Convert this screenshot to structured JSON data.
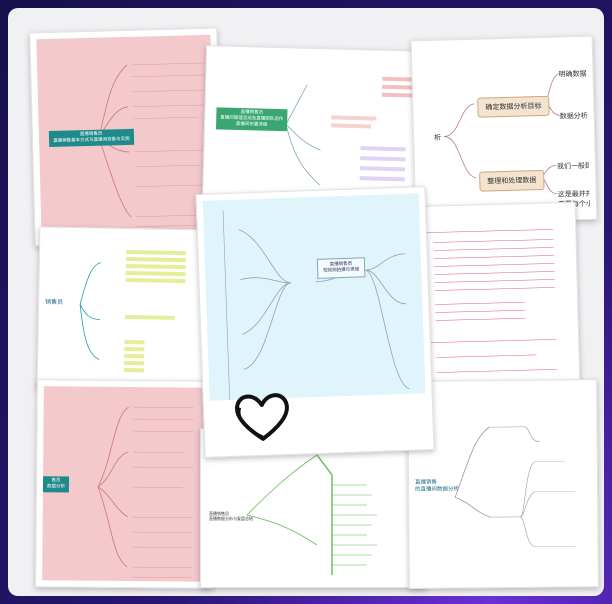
{
  "cards": [
    {
      "name": "card-pink-top-left",
      "center_lines": [
        "直播销售员",
        "直播销售基本方式与直播间准备与实施"
      ]
    },
    {
      "name": "card-green-top-center",
      "center_lines": [
        "直播销售员",
        "直播间管理活动及直播团队运作",
        "直播间布置流程"
      ]
    },
    {
      "name": "card-tan-top-right",
      "partial_left": "析",
      "boxes": [
        "确定数据分析目标",
        "整理和处理数据"
      ],
      "texts": [
        "明确数据分",
        "数据分析目标",
        "我们一般建议",
        "这是最并并一",
        "需要每个小利"
      ]
    },
    {
      "name": "card-yellow-mid-left",
      "center": "销售员"
    },
    {
      "name": "card-cyan-center",
      "center_lines": [
        "直播销售员",
        "短视频拍摄与思维"
      ]
    },
    {
      "name": "card-red-mid-right"
    },
    {
      "name": "card-pink-bottom-left",
      "center_lines": [
        "售员",
        "数据分析"
      ]
    },
    {
      "name": "card-green-bottom-center",
      "root_lines": [
        "直播销售员",
        "直播数据分析与复盘总结"
      ]
    },
    {
      "name": "card-white-bottom-right",
      "root_lines": [
        "直播销售",
        "的直播间数据分析"
      ]
    }
  ]
}
